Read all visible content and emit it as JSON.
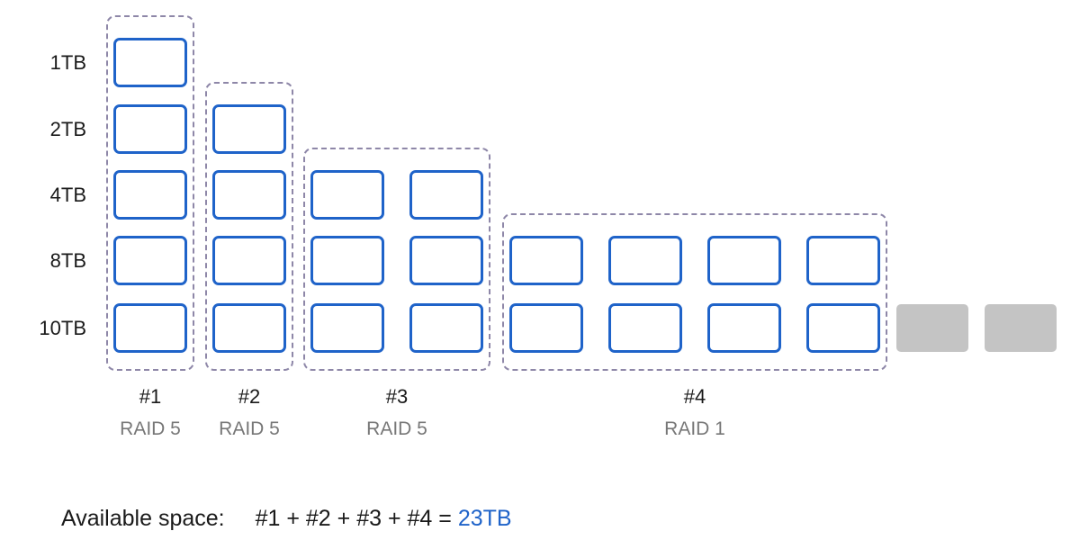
{
  "row_labels": [
    "1TB",
    "2TB",
    "4TB",
    "8TB",
    "10TB"
  ],
  "groups": [
    {
      "id": "#1",
      "level": "RAID 5",
      "columns": 1,
      "rows": [
        "1TB",
        "2TB",
        "4TB",
        "8TB",
        "10TB"
      ]
    },
    {
      "id": "#2",
      "level": "RAID 5",
      "columns": 1,
      "rows": [
        "2TB",
        "4TB",
        "8TB",
        "10TB"
      ]
    },
    {
      "id": "#3",
      "level": "RAID 5",
      "columns": 2,
      "rows": [
        "4TB",
        "8TB",
        "10TB"
      ]
    },
    {
      "id": "#4",
      "level": "RAID 1",
      "columns": 4,
      "rows": [
        "8TB",
        "10TB"
      ]
    }
  ],
  "unused_disks": {
    "row": "10TB",
    "count": 2
  },
  "summary": {
    "label": "Available space:",
    "formula": "#1 + #2 + #3 + #4 =",
    "result": "23TB"
  },
  "colors": {
    "disk_border": "#1f63c9",
    "group_border": "#8e87a8",
    "unused_disk": "#c4c4c4",
    "result_text": "#1f63c9"
  }
}
